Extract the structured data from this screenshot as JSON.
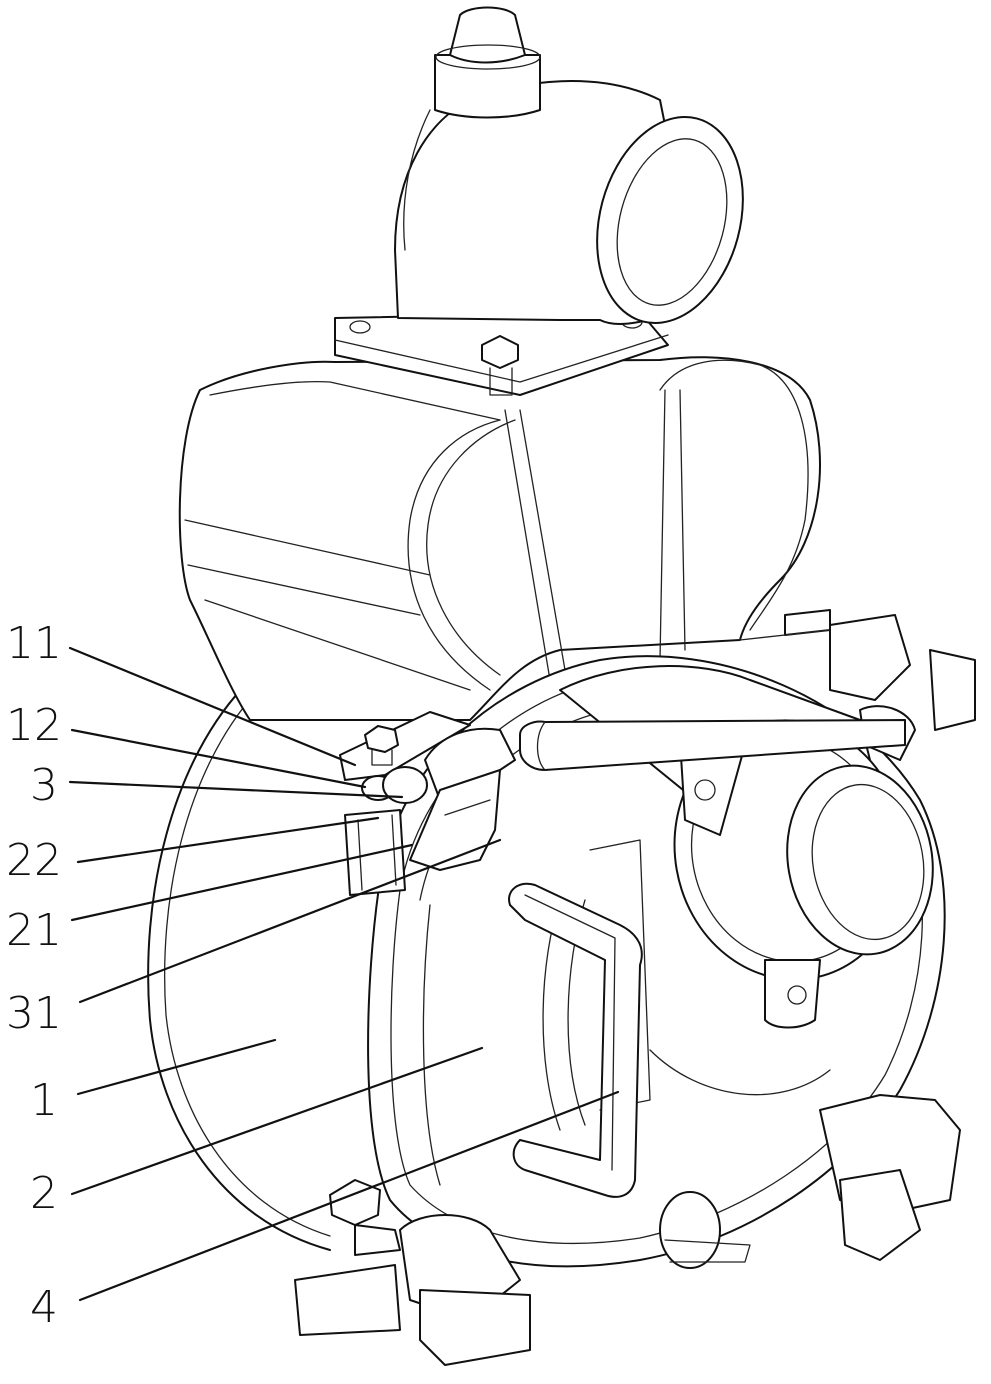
{
  "labels": [
    {
      "id": "lbl-11",
      "text": "11"
    },
    {
      "id": "lbl-12",
      "text": "12"
    },
    {
      "id": "lbl-3",
      "text": "3"
    },
    {
      "id": "lbl-22",
      "text": "22"
    },
    {
      "id": "lbl-21",
      "text": "21"
    },
    {
      "id": "lbl-31",
      "text": "31"
    },
    {
      "id": "lbl-1",
      "text": "1"
    },
    {
      "id": "lbl-2",
      "text": "2"
    },
    {
      "id": "lbl-4",
      "text": "4"
    }
  ]
}
